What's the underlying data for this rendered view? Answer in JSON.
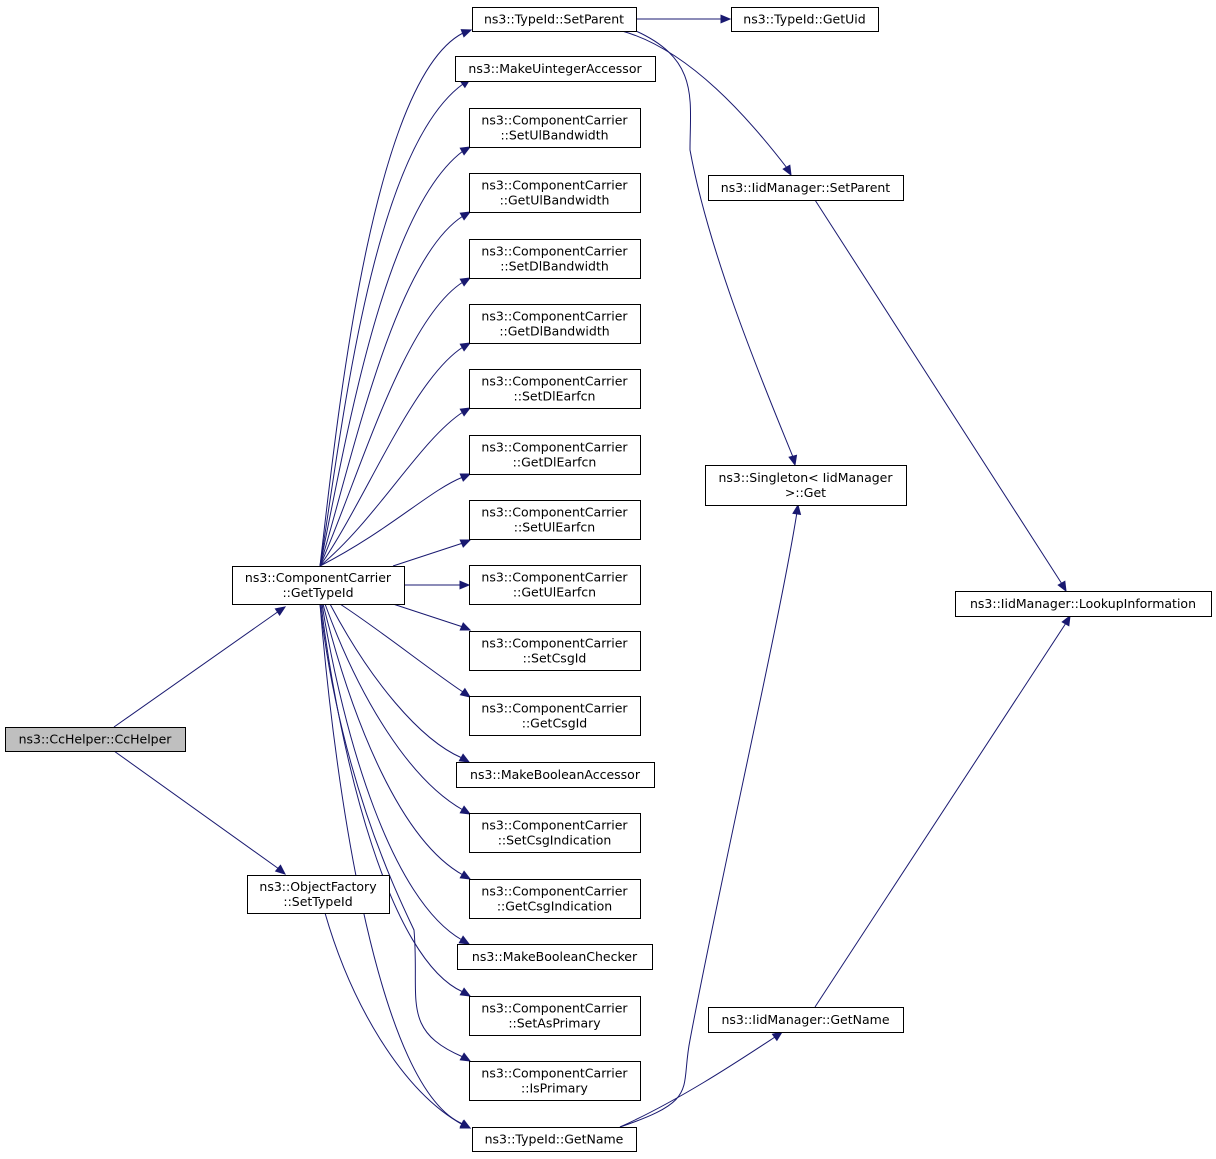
{
  "nodes": [
    {
      "id": "cchelper",
      "lines": [
        "ns3::CcHelper::CcHelper"
      ],
      "root": true
    },
    {
      "id": "cc_gettypeid",
      "lines": [
        "ns3::ComponentCarrier",
        "::GetTypeId"
      ]
    },
    {
      "id": "objfactory_settypeid",
      "lines": [
        "ns3::ObjectFactory",
        "::SetTypeId"
      ]
    },
    {
      "id": "typeid_setparent",
      "lines": [
        "ns3::TypeId::SetParent"
      ]
    },
    {
      "id": "make_uinteger_accessor",
      "lines": [
        "ns3::MakeUintegerAccessor"
      ]
    },
    {
      "id": "cc_setulbw",
      "lines": [
        "ns3::ComponentCarrier",
        "::SetUlBandwidth"
      ]
    },
    {
      "id": "cc_getulbw",
      "lines": [
        "ns3::ComponentCarrier",
        "::GetUlBandwidth"
      ]
    },
    {
      "id": "cc_setdlbw",
      "lines": [
        "ns3::ComponentCarrier",
        "::SetDlBandwidth"
      ]
    },
    {
      "id": "cc_getdlbw",
      "lines": [
        "ns3::ComponentCarrier",
        "::GetDlBandwidth"
      ]
    },
    {
      "id": "cc_setdlearfcn",
      "lines": [
        "ns3::ComponentCarrier",
        "::SetDlEarfcn"
      ]
    },
    {
      "id": "cc_getdlearfcn",
      "lines": [
        "ns3::ComponentCarrier",
        "::GetDlEarfcn"
      ]
    },
    {
      "id": "cc_setulearfcn",
      "lines": [
        "ns3::ComponentCarrier",
        "::SetUlEarfcn"
      ]
    },
    {
      "id": "cc_getulearfcn",
      "lines": [
        "ns3::ComponentCarrier",
        "::GetUlEarfcn"
      ]
    },
    {
      "id": "cc_setcsgid",
      "lines": [
        "ns3::ComponentCarrier",
        "::SetCsgId"
      ]
    },
    {
      "id": "cc_getcsgid",
      "lines": [
        "ns3::ComponentCarrier",
        "::GetCsgId"
      ]
    },
    {
      "id": "make_boolean_accessor",
      "lines": [
        "ns3::MakeBooleanAccessor"
      ]
    },
    {
      "id": "cc_setcsgind",
      "lines": [
        "ns3::ComponentCarrier",
        "::SetCsgIndication"
      ]
    },
    {
      "id": "cc_getcsgind",
      "lines": [
        "ns3::ComponentCarrier",
        "::GetCsgIndication"
      ]
    },
    {
      "id": "make_boolean_checker",
      "lines": [
        "ns3::MakeBooleanChecker"
      ]
    },
    {
      "id": "cc_setasprimary",
      "lines": [
        "ns3::ComponentCarrier",
        "::SetAsPrimary"
      ]
    },
    {
      "id": "cc_isprimary",
      "lines": [
        "ns3::ComponentCarrier",
        "::IsPrimary"
      ]
    },
    {
      "id": "typeid_getname",
      "lines": [
        "ns3::TypeId::GetName"
      ]
    },
    {
      "id": "typeid_getuid",
      "lines": [
        "ns3::TypeId::GetUid"
      ]
    },
    {
      "id": "iidmgr_setparent",
      "lines": [
        "ns3::IidManager::SetParent"
      ]
    },
    {
      "id": "singleton_get",
      "lines": [
        "ns3::Singleton< IidManager",
        " >::Get"
      ]
    },
    {
      "id": "iidmgr_getname",
      "lines": [
        "ns3::IidManager::GetName"
      ]
    },
    {
      "id": "iidmgr_lookup",
      "lines": [
        "ns3::IidManager::LookupInformation"
      ]
    }
  ],
  "edges": [
    [
      "cchelper",
      "cc_gettypeid"
    ],
    [
      "cchelper",
      "objfactory_settypeid"
    ],
    [
      "cc_gettypeid",
      "typeid_setparent"
    ],
    [
      "cc_gettypeid",
      "make_uinteger_accessor"
    ],
    [
      "cc_gettypeid",
      "cc_setulbw"
    ],
    [
      "cc_gettypeid",
      "cc_getulbw"
    ],
    [
      "cc_gettypeid",
      "cc_setdlbw"
    ],
    [
      "cc_gettypeid",
      "cc_getdlbw"
    ],
    [
      "cc_gettypeid",
      "cc_setdlearfcn"
    ],
    [
      "cc_gettypeid",
      "cc_getdlearfcn"
    ],
    [
      "cc_gettypeid",
      "cc_setulearfcn"
    ],
    [
      "cc_gettypeid",
      "cc_getulearfcn"
    ],
    [
      "cc_gettypeid",
      "cc_setcsgid"
    ],
    [
      "cc_gettypeid",
      "cc_getcsgid"
    ],
    [
      "cc_gettypeid",
      "make_boolean_accessor"
    ],
    [
      "cc_gettypeid",
      "cc_setcsgind"
    ],
    [
      "cc_gettypeid",
      "cc_getcsgind"
    ],
    [
      "cc_gettypeid",
      "make_boolean_checker"
    ],
    [
      "cc_gettypeid",
      "cc_setasprimary"
    ],
    [
      "cc_gettypeid",
      "cc_isprimary"
    ],
    [
      "cc_gettypeid",
      "typeid_getname"
    ],
    [
      "objfactory_settypeid",
      "typeid_getname"
    ],
    [
      "typeid_setparent",
      "typeid_getuid"
    ],
    [
      "typeid_setparent",
      "iidmgr_setparent"
    ],
    [
      "typeid_setparent",
      "singleton_get"
    ],
    [
      "typeid_getname",
      "singleton_get"
    ],
    [
      "typeid_getname",
      "iidmgr_getname"
    ],
    [
      "iidmgr_setparent",
      "iidmgr_lookup"
    ],
    [
      "iidmgr_getname",
      "iidmgr_lookup"
    ]
  ]
}
